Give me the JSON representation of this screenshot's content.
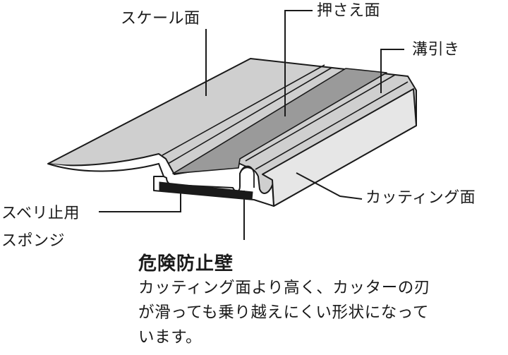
{
  "labels": {
    "scale_face": "スケール面",
    "press_face": "押さえ面",
    "groove": "溝引き",
    "cutting_face": "カッティング面",
    "sponge_line1": "スベリ止用",
    "sponge_line2": "スポンジ"
  },
  "feature": {
    "title": "危険防止壁",
    "description_lines": [
      "カッティング面より高く、カッターの刃",
      "が滑っても乗り越えにくい形状になって",
      "います。"
    ]
  },
  "colors": {
    "outline": "#1a1a1a",
    "top_surface": "#cfcfcf",
    "press_channel": "#9a9a9a",
    "side_face": "#e6e6e6",
    "sponge": "#1a1a1a",
    "background": "#ffffff"
  }
}
